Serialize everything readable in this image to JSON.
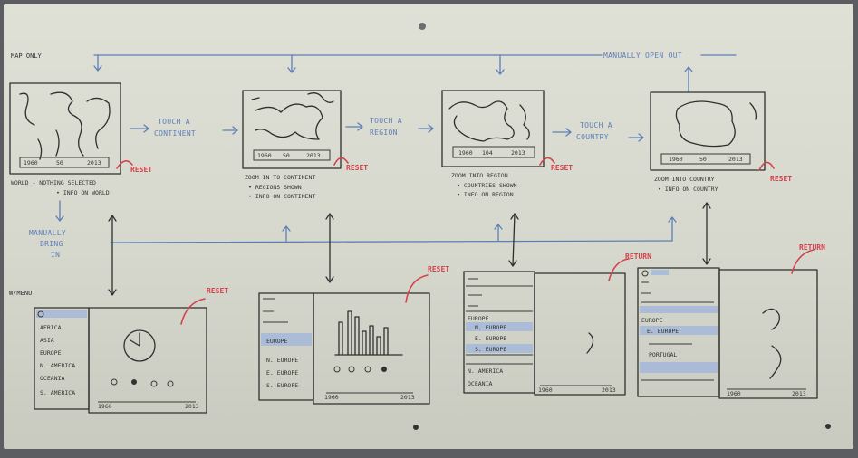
{
  "header": {
    "left_label": "MAP ONLY",
    "right_label": "MANUALLY OPEN OUT"
  },
  "transitions": {
    "touch_continent": [
      "TOUCH A",
      "CONTINENT"
    ],
    "touch_region": [
      "TOUCH A",
      "REGION"
    ],
    "touch_country": [
      "TOUCH A",
      "COUNTRY"
    ],
    "manually_bring_in": [
      "MANUALLY",
      "BRING",
      "IN"
    ]
  },
  "screens": [
    {
      "caption": "WORLD - NOTHING SELECTED",
      "bullets": [
        "INFO ON WORLD"
      ],
      "bar": [
        "1960",
        "50",
        "2013"
      ]
    },
    {
      "caption": "ZOOM IN TO CONTINENT",
      "bullets": [
        "REGIONS SHOWN",
        "INFO ON CONTINENT"
      ],
      "bar": [
        "1960",
        "50",
        "2013"
      ]
    },
    {
      "caption": "ZOOM INTO REGION",
      "bullets": [
        "COUNTRIES SHOWN",
        "INFO ON REGION"
      ],
      "bar": [
        "1960",
        "104",
        "2013"
      ]
    },
    {
      "caption": "ZOOM INTO COUNTRY",
      "bullets": [
        "INFO ON COUNTRY"
      ],
      "bar": [
        "1960",
        "50",
        "2013"
      ]
    }
  ],
  "reset_label": "RESET",
  "return_label": "RETURN",
  "menu_panel": {
    "title": "W/MENU",
    "items": [
      "AFRICA",
      "ASIA",
      "EUROPE",
      "N. AMERICA",
      "OCEANIA",
      "S. AMERICA"
    ],
    "timeline": [
      "1960",
      "2013"
    ]
  },
  "continent_panel": {
    "items": [
      "EUROPE",
      "N. EUROPE",
      "E. EUROPE",
      "S. EUROPE"
    ],
    "timeline": [
      "1960",
      "2013"
    ]
  },
  "region_panel": {
    "items": [
      "EUROPE",
      "N. EUROPE",
      "E. EUROPE",
      "S. EUROPE",
      "N. AMERICA",
      "OCEANIA"
    ],
    "timeline": [
      "1960",
      "2013"
    ]
  },
  "country_panel": {
    "items": [
      "EUROPE",
      "E. EUROPE",
      "PORTUGAL"
    ],
    "timeline": [
      "1960",
      "2013"
    ]
  },
  "colors": {
    "ink": "#2f2f2f",
    "blue_marker": "#5d7fb8",
    "red_marker": "#d1434d",
    "board": "#dadbd1",
    "frame": "#5b5d63"
  }
}
